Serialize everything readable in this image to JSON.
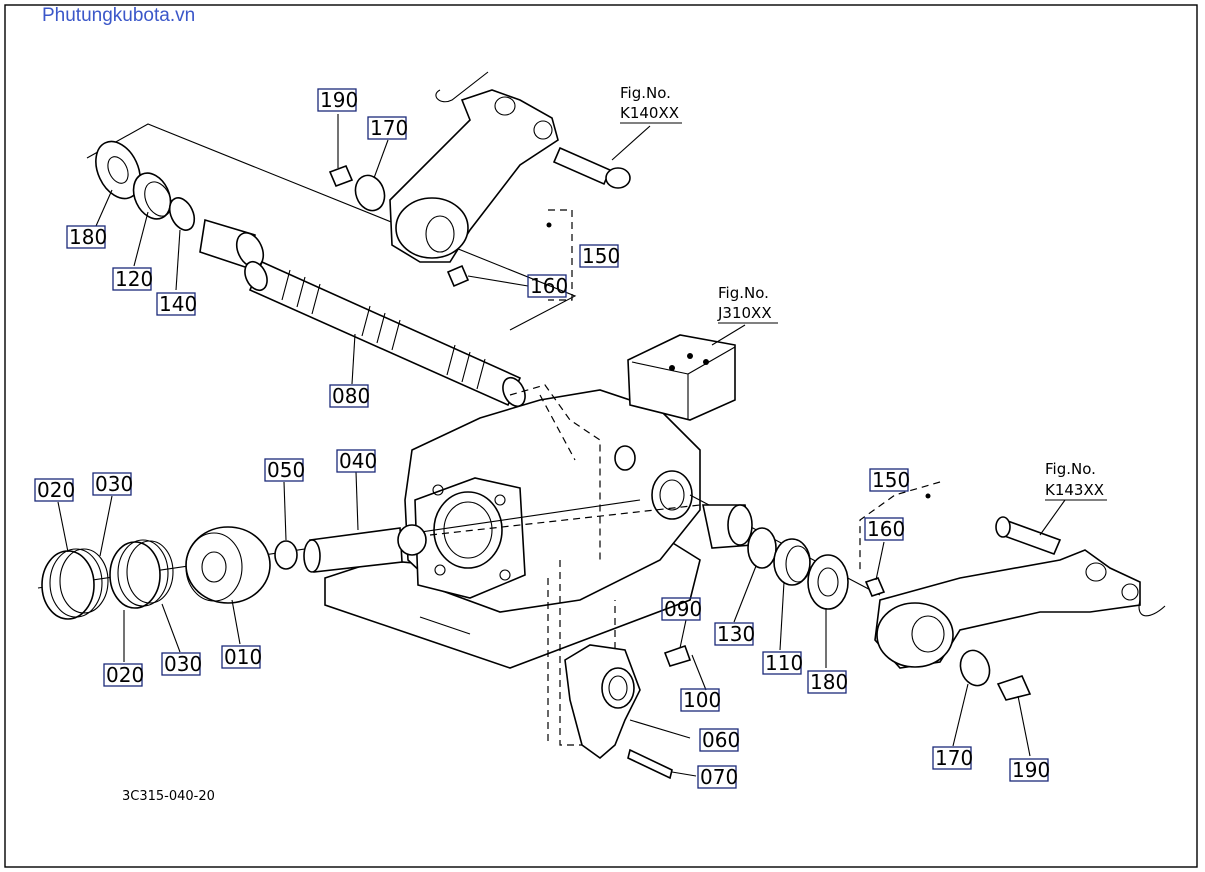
{
  "watermark": "Phutungkubota.vn",
  "diagram_code": "3C315-040-20",
  "figure_refs": [
    {
      "id": "k140",
      "caption": "Fig.No.",
      "number": "K140XX"
    },
    {
      "id": "j310",
      "caption": "Fig.No.",
      "number": "J310XX"
    },
    {
      "id": "k143",
      "caption": "Fig.No.",
      "number": "K143XX"
    }
  ],
  "part_labels": [
    {
      "id": "190-top",
      "text": "190"
    },
    {
      "id": "170-top",
      "text": "170"
    },
    {
      "id": "180-left",
      "text": "180"
    },
    {
      "id": "120",
      "text": "120"
    },
    {
      "id": "140",
      "text": "140"
    },
    {
      "id": "150-top",
      "text": "150"
    },
    {
      "id": "160-top",
      "text": "160"
    },
    {
      "id": "080",
      "text": "080"
    },
    {
      "id": "020-top",
      "text": "020"
    },
    {
      "id": "030-top",
      "text": "030"
    },
    {
      "id": "050",
      "text": "050"
    },
    {
      "id": "040",
      "text": "040"
    },
    {
      "id": "020-bottom",
      "text": "020"
    },
    {
      "id": "030-bottom",
      "text": "030"
    },
    {
      "id": "010",
      "text": "010"
    },
    {
      "id": "150-right",
      "text": "150"
    },
    {
      "id": "160-right",
      "text": "160"
    },
    {
      "id": "090",
      "text": "090"
    },
    {
      "id": "130",
      "text": "130"
    },
    {
      "id": "110",
      "text": "110"
    },
    {
      "id": "180-right",
      "text": "180"
    },
    {
      "id": "100",
      "text": "100"
    },
    {
      "id": "060",
      "text": "060"
    },
    {
      "id": "070",
      "text": "070"
    },
    {
      "id": "170-bottom",
      "text": "170"
    },
    {
      "id": "190-bottom",
      "text": "190"
    }
  ]
}
